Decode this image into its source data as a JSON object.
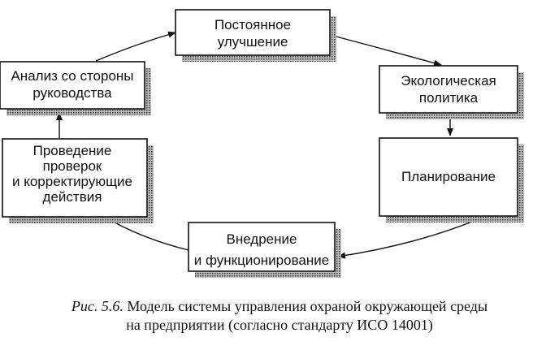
{
  "nodes": {
    "improvement": [
      "Постоянное",
      "улучшение"
    ],
    "policy": [
      "Экологическая",
      "политика"
    ],
    "planning": [
      "Планирование"
    ],
    "implementation": [
      "Внедрение",
      "и функционирование"
    ],
    "checking": [
      "Проведение",
      "проверок",
      "и корректирующие",
      "действия"
    ],
    "review": [
      "Анализ со стороны",
      "руководства"
    ]
  },
  "caption": {
    "label": "Рис. 5.6.",
    "line1": "Модель системы управления охраной окружающей среды",
    "line2": "на предприятии (согласно стандарту ИСО 14001)"
  },
  "colors": {
    "line": "#111111",
    "shadow": "#777777",
    "box_fill": "#ffffff"
  }
}
